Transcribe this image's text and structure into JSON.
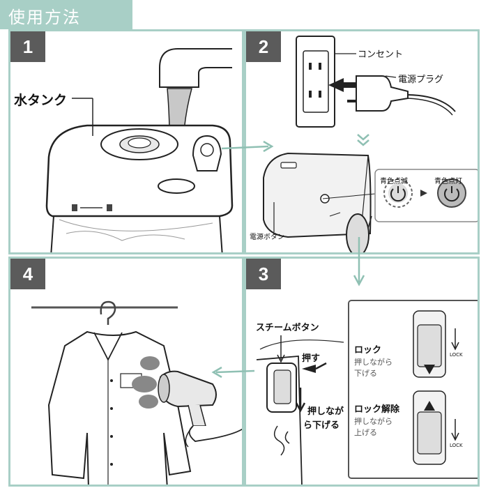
{
  "header": {
    "title": "使用方法"
  },
  "colors": {
    "accent": "#a8cfc6",
    "badge": "#5b5b5b"
  },
  "steps": [
    {
      "number": "1",
      "labels": {
        "water_tank": "水タンク"
      }
    },
    {
      "number": "2",
      "labels": {
        "outlet": "コンセント",
        "plug": "電源プラグ",
        "indicator_blink": "青色点滅",
        "indicator_solid": "青色点灯",
        "power_button": "電源ボタン"
      }
    },
    {
      "number": "3",
      "labels": {
        "steam_button": "スチームボタン",
        "press": "押す",
        "press_slide_line1": "押しなが",
        "press_slide_line2": "ら下げる",
        "lock_title": "ロック",
        "lock_desc_line1": "押しながら",
        "lock_desc_line2": "下げる",
        "unlock_title": "ロック解除",
        "unlock_desc_line1": "押しながら",
        "unlock_desc_line2": "上げる",
        "lock_tag_1": "LOCK",
        "lock_tag_2": "LOCK"
      }
    },
    {
      "number": "4"
    }
  ]
}
